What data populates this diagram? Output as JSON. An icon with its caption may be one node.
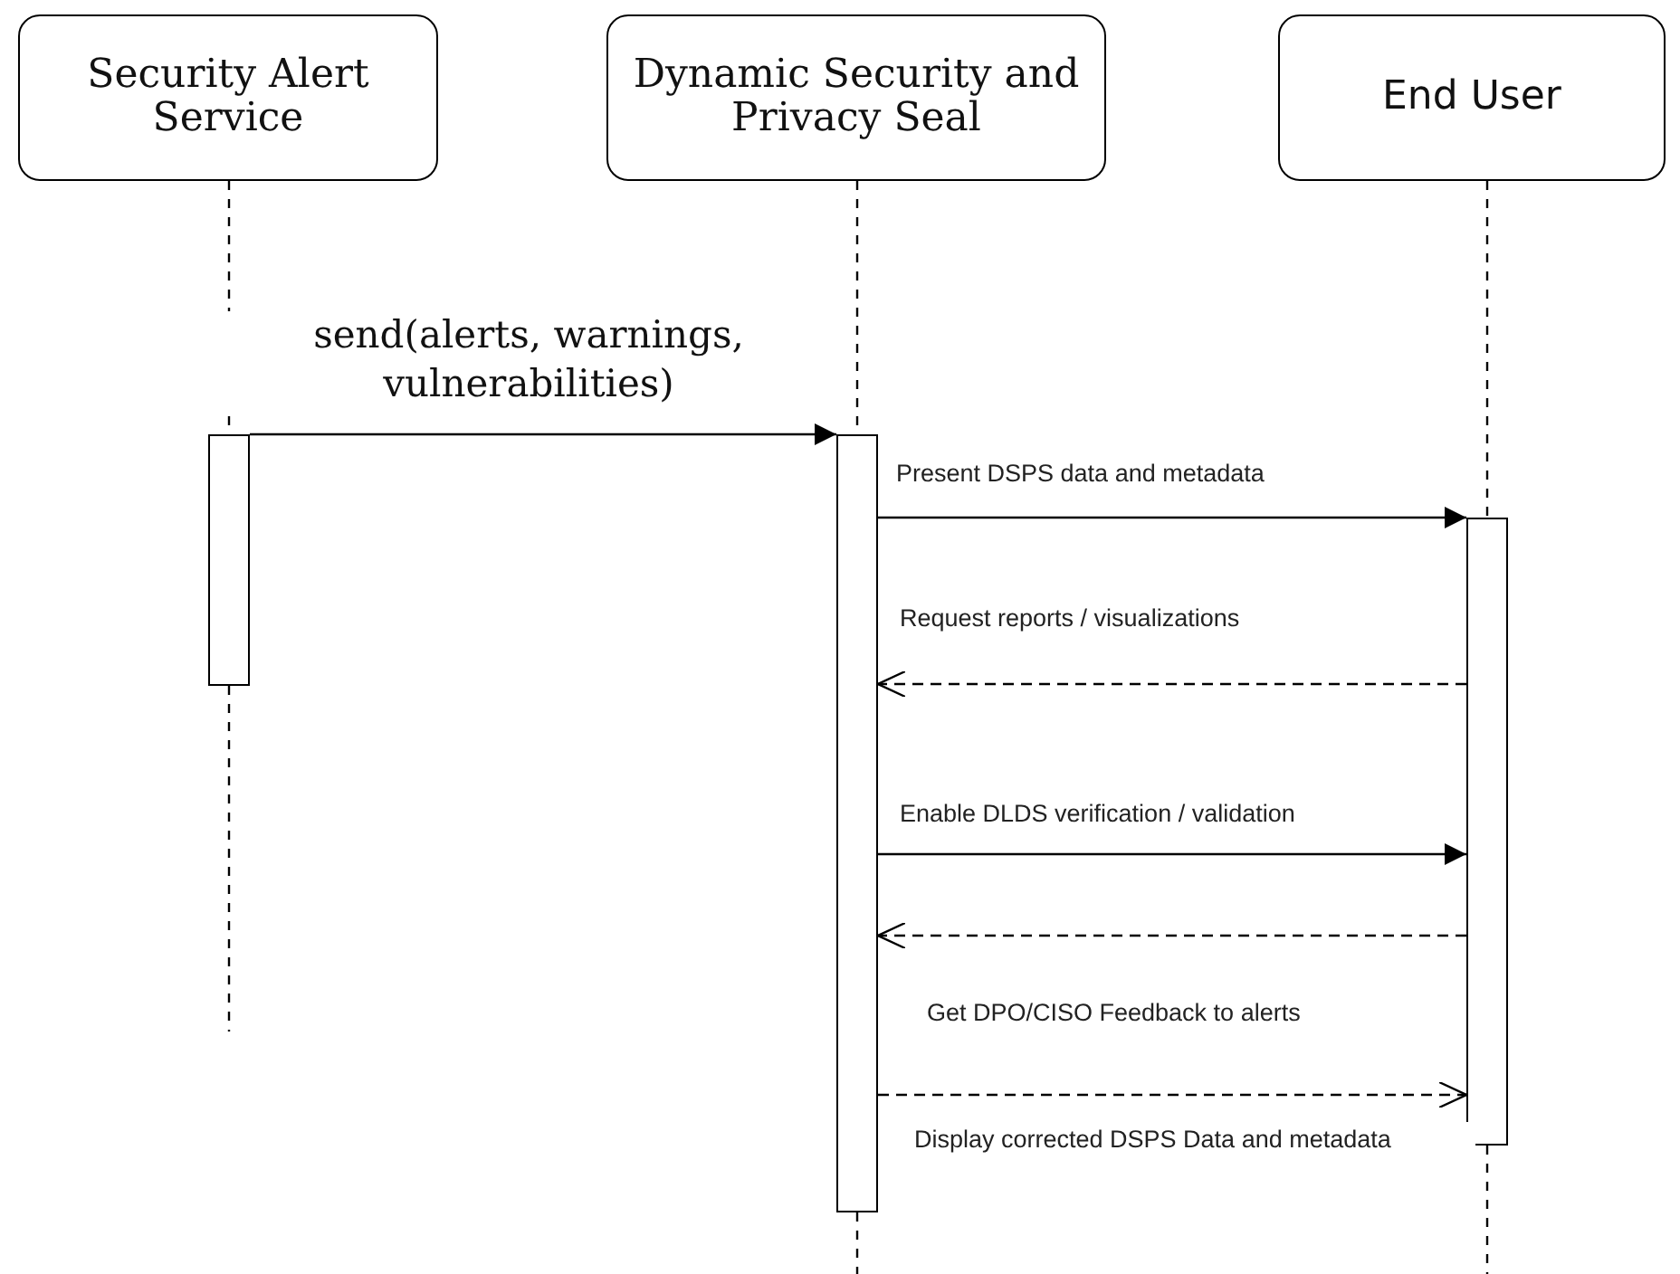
{
  "diagram": {
    "nodes": [
      {
        "text": [
          "Security Alert Service"
        ]
      },
      {
        "text": [
          "Dynamic Security and Privacy Seal"
        ]
      },
      {
        "text": [
          "End User"
        ]
      },
      {
        "text": [],
        "shape": "bar"
      },
      {
        "text": [],
        "shape": "bar"
      },
      {
        "text": [],
        "shape": "bar"
      }
    ],
    "edges": [
      {
        "from": 0,
        "to": 3,
        "arrow": "none",
        "style": "dashed"
      },
      {
        "from": 1,
        "to": 4,
        "arrow": "none",
        "style": "dashed"
      },
      {
        "from": 2,
        "to": 5,
        "arrow": "none",
        "style": "dashed"
      },
      {
        "from": 3,
        "to": 4,
        "arrow": "to",
        "label": "send(alerts, warnings, vulnerabilities)"
      },
      {
        "from": 4,
        "to": 5,
        "arrow": "to",
        "label": "Present DSPS data and metadata"
      },
      {
        "from": 5,
        "to": 4,
        "arrow": "to",
        "style": "dashed",
        "label": "Request reports / visualizations"
      },
      {
        "from": 4,
        "to": 5,
        "arrow": "to",
        "label": "Enable DLDS verification / validation"
      },
      {
        "from": 5,
        "to": 4,
        "arrow": "to",
        "style": "dashed"
      },
      {
        "from": 4,
        "to": 5,
        "arrow": "to",
        "style": "dashed",
        "label": "Get DPO/CISO Feedback to alerts"
      }
    ],
    "labels": [
      "Display corrected DSPS Data and metadata"
    ]
  }
}
